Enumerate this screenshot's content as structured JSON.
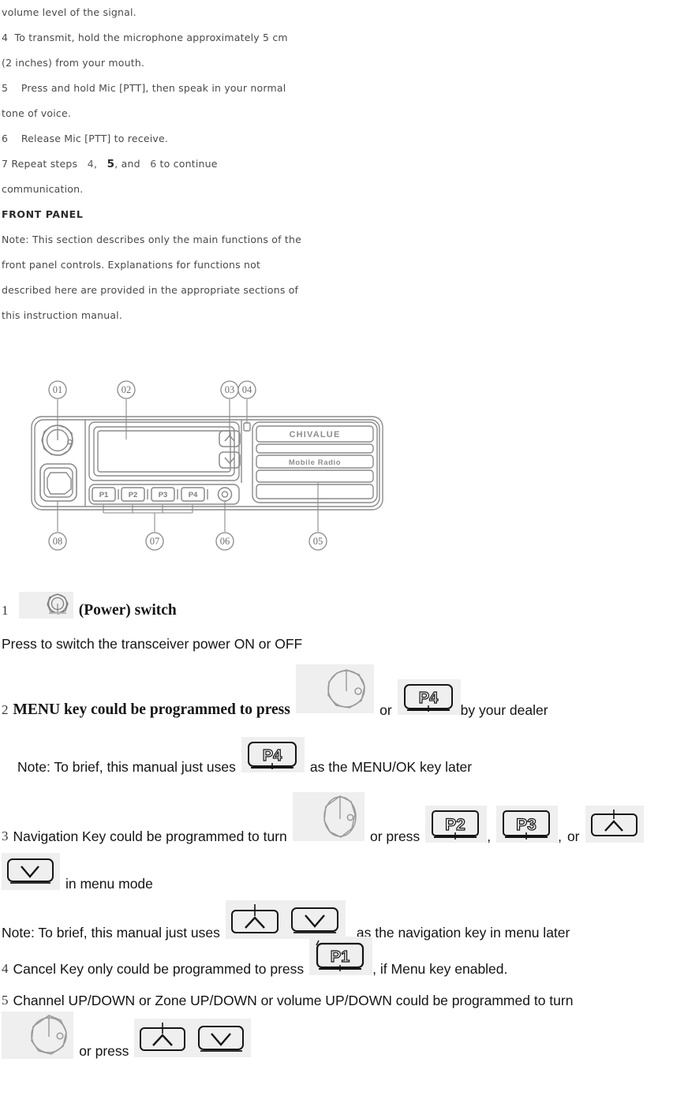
{
  "document": {
    "type": "radio-instruction-manual-page",
    "scanned_paragraph": [
      {
        "id": "line-signal",
        "text": "volume level of the signal."
      },
      {
        "id": "step-4",
        "text": "4  To transmit, hold the microphone approximately 5 cm"
      },
      {
        "id": "step-4-cont",
        "text": "(2 inches) from your mouth."
      },
      {
        "id": "step-5",
        "text": "5    Press and hold Mic [PTT], then speak in your normal"
      },
      {
        "id": "step-5-cont",
        "text": "tone of voice."
      },
      {
        "id": "step-6",
        "text": "6    Release Mic [PTT] to receive."
      }
    ],
    "step_7": {
      "prefix": "7 Repeat steps   ",
      "num_a": "4",
      "sep_a": ",   ",
      "num_b": "5",
      "sep_b": ", and   ",
      "num_c": "6",
      "suffix": " to continue"
    },
    "step_7_cont": "communication.",
    "section_heading": "FRONT PANEL",
    "section_note": [
      "Note: This section describes only the main functions of the",
      "front panel controls. Explanations for functions not",
      "described here are provided in the appropriate sections of",
      "this instruction manual."
    ]
  },
  "front_panel_figure": {
    "brand_label": "CHIVALUE",
    "product_label": "Mobile Radio",
    "function_keys": [
      "P1",
      "P2",
      "P3",
      "P4"
    ],
    "callouts": [
      {
        "id": "01",
        "label": "01"
      },
      {
        "id": "02",
        "label": "02"
      },
      {
        "id": "03",
        "label": "03"
      },
      {
        "id": "04",
        "label": "04"
      },
      {
        "id": "05",
        "label": "05"
      },
      {
        "id": "06",
        "label": "06"
      },
      {
        "id": "07",
        "label": "07"
      },
      {
        "id": "08",
        "label": "08"
      }
    ]
  },
  "controls": {
    "item1": {
      "index": "1",
      "icon": "power-knob-icon",
      "title": "(Power) switch",
      "description": "Press to switch the transceiver power ON or OFF"
    },
    "item2": {
      "index": "2",
      "title": "MENU key could be programmed to press",
      "or": "or",
      "tail": "by your dealer",
      "icons": [
        "rotary-knob-icon",
        "P4"
      ],
      "note_prefix": "Note: To brief, this manual just uses",
      "note_key": "P4",
      "note_suffix": "as the MENU/OK key later"
    },
    "item3": {
      "index": "3",
      "lead": "Navigation Key could be programmed to turn",
      "mid": "or press",
      "key_a": "P2",
      "comma_a": ",",
      "key_b": "P3",
      "comma_b": ",",
      "or": "or",
      "key_up": "up-arrow",
      "key_down": "down-arrow",
      "tail": "in menu mode",
      "note_prefix": "Note: To brief, this manual just uses",
      "note_suffix": "as the navigation key in menu later"
    },
    "item4": {
      "index": "4",
      "lead": "Cancel Key only could be programmed to press",
      "key": "P1",
      "tail": ", if Menu key enabled."
    },
    "item5": {
      "index": "5",
      "lead": "Channel UP/DOWN or Zone UP/DOWN or volume UP/DOWN could be programmed to turn",
      "mid": "or press",
      "key_up": "up-arrow",
      "key_down": "down-arrow"
    }
  },
  "colors": {
    "page_background": "#ffffff",
    "scan_text": "#4a4a4a",
    "body_text": "#141414",
    "figure_line": "#8a8a8a",
    "chip_background": "#efefef"
  }
}
